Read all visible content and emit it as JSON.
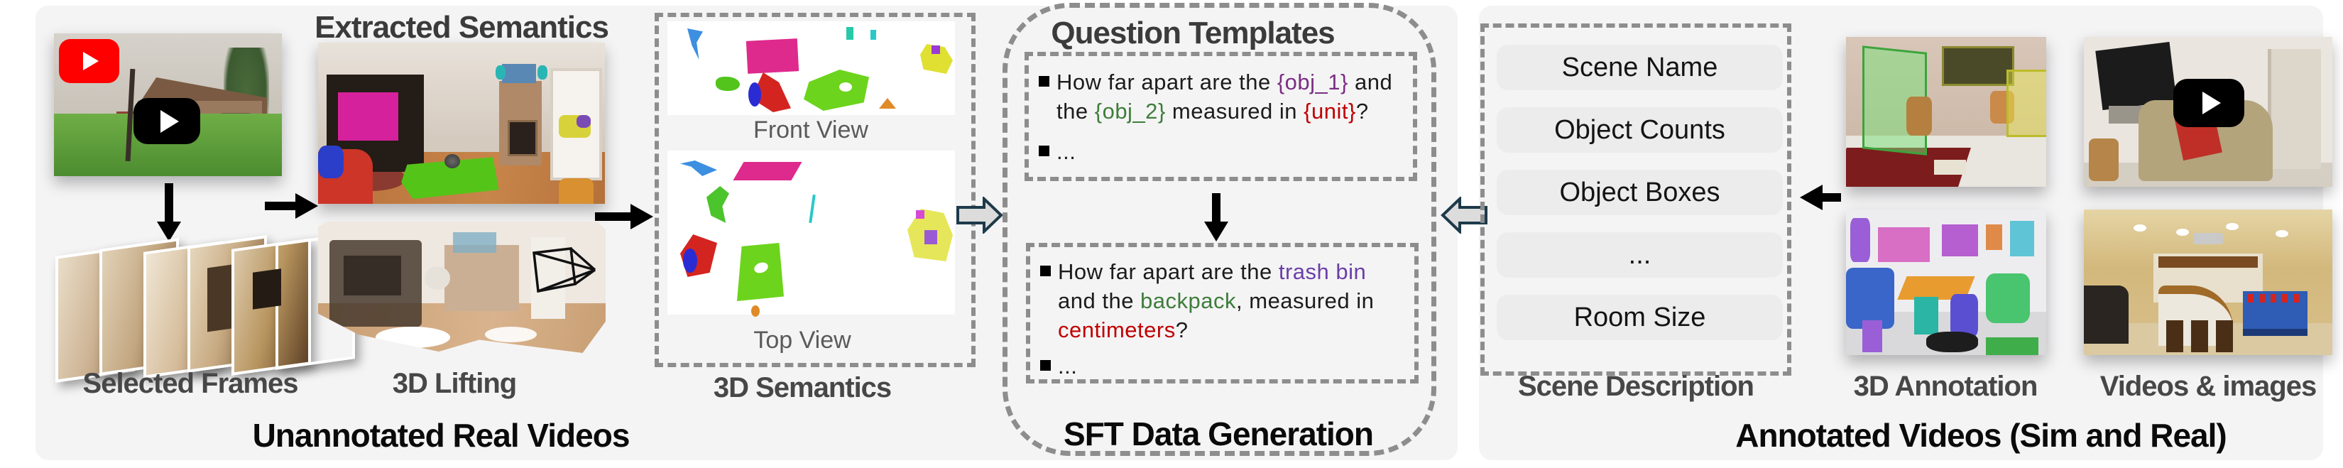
{
  "colors": {
    "panel_bg": "#f4f4f5",
    "dash_gray": "#8d8d8d",
    "caption_gray": "#474747",
    "heading_gray": "#3b3b3b",
    "template_purple": "#7B2E83",
    "example_purple": "#6B3FA8",
    "green": "#3E7D3A",
    "red": "#C00000",
    "youtube_red": "#FF0000",
    "hollow_arrow_fill": "#dcdcdc",
    "hollow_arrow_stroke": "#1d3a4a"
  },
  "left": {
    "heading": "Extracted Semantics",
    "caption_frames": "Selected Frames",
    "caption_lifting": "3D Lifting",
    "caption_semantics": "3D Semantics",
    "view_front": "Front View",
    "view_top": "Top View",
    "title": "Unannotated Real Videos"
  },
  "middle": {
    "heading": "Question Templates",
    "template_question": [
      {
        "text": "How far apart are the "
      },
      {
        "text": "{obj_1}",
        "color": "#7B2E83"
      },
      {
        "text": " and the "
      },
      {
        "text": "{obj_2}",
        "color": "#3E7D3A"
      },
      {
        "text": " measured in "
      },
      {
        "text": "{unit}",
        "color": "#C00000"
      },
      {
        "text": "?"
      }
    ],
    "ellipsis": "...",
    "example_question": [
      {
        "text": "How far apart are the "
      },
      {
        "text": "trash bin",
        "color": "#6B3FA8"
      },
      {
        "text": " and the "
      },
      {
        "text": "backpack",
        "color": "#3E7D3A"
      },
      {
        "text": ", measured in "
      },
      {
        "text": "centimeters",
        "color": "#C00000"
      },
      {
        "text": "?"
      }
    ],
    "title": "SFT Data Generation"
  },
  "right": {
    "fields": [
      "Scene Name",
      "Object Counts",
      "Object Boxes",
      "...",
      "Room Size"
    ],
    "caption_scene": "Scene Description",
    "caption_annotation": "3D Annotation",
    "caption_videos": "Videos & images",
    "title": "Annotated Videos (Sim and Real)"
  }
}
